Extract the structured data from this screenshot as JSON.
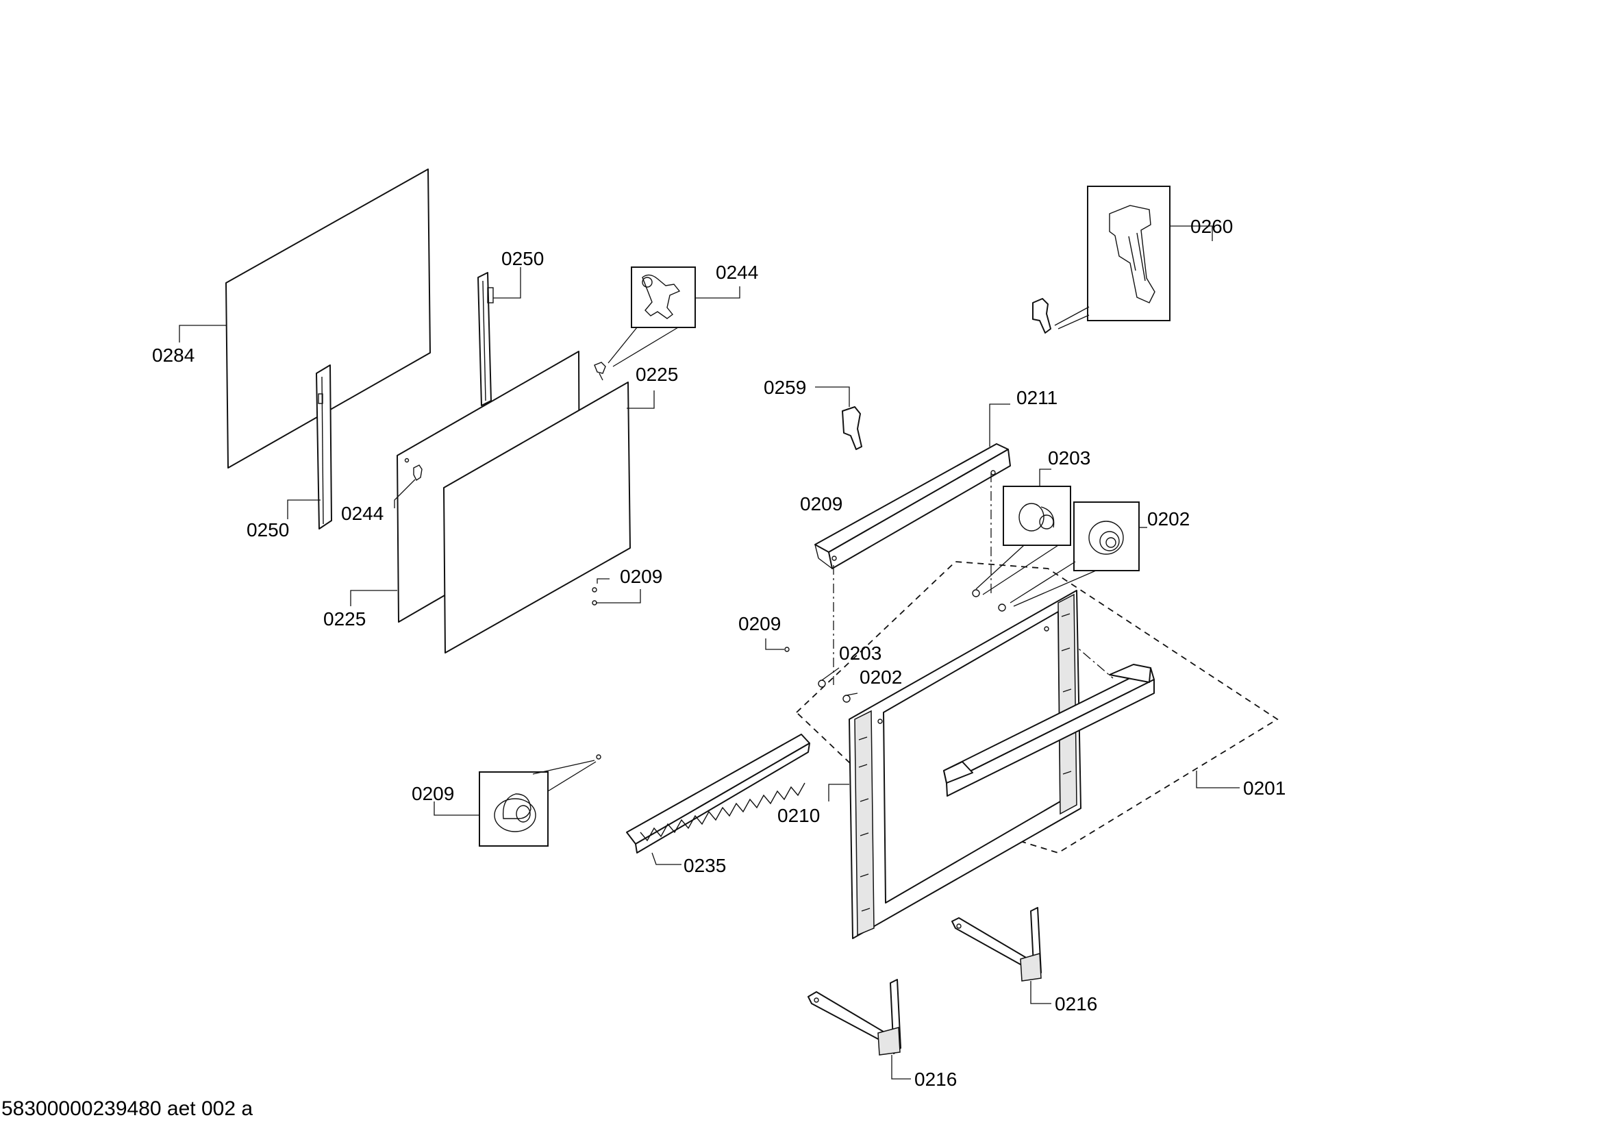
{
  "diagram": {
    "labels": {
      "l0284": "0284",
      "l0250a": "0250",
      "l0250b": "0250",
      "l0244a": "0244",
      "l0244b": "0244",
      "l0225a": "0225",
      "l0225b": "0225",
      "l0209a": "0209",
      "l0209b": "0209",
      "l0209c": "0209",
      "l0209d": "0209",
      "l0259": "0259",
      "l0211": "0211",
      "l0203a": "0203",
      "l0203b": "0203",
      "l0202a": "0202",
      "l0202b": "0202",
      "l0260": "0260",
      "l0201": "0201",
      "l0210": "0210",
      "l0235": "0235",
      "l0216a": "0216",
      "l0216b": "0216"
    },
    "document_id": "58300000239480 aet 002 a"
  }
}
